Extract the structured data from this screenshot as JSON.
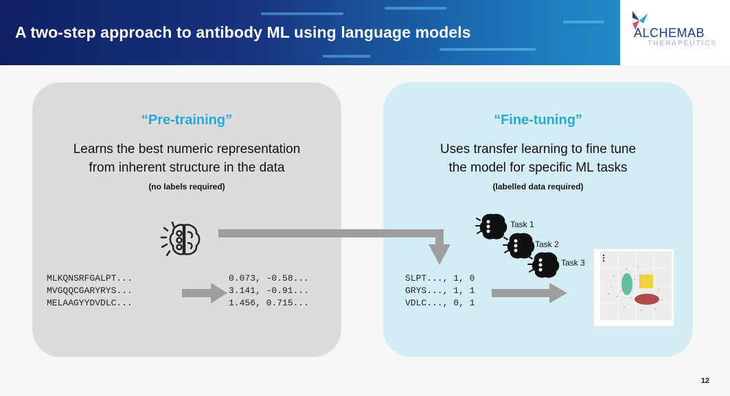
{
  "header": {
    "title": "A two-step approach to antibody ML using language models",
    "logo_name": "ALCHEMAB",
    "logo_sub": "THERAPEUTICS"
  },
  "pretraining": {
    "title": "“Pre-training”",
    "desc_line1": "Learns the best numeric representation",
    "desc_line2": "from inherent structure in the data",
    "note": "(no labels required)",
    "sequences": [
      "MLKQNSRFGALPT...",
      "MVGQQCGARYRYS...",
      "MELAAGYYDVDLC..."
    ],
    "embeddings": [
      "0.073, -0.58...",
      "3.141, -0.91...",
      "1.456, 0.715..."
    ],
    "brain_icon": "brain-icon"
  },
  "finetuning": {
    "title": "“Fine-tuning”",
    "desc_line1": "Uses transfer learning to fine tune",
    "desc_line2": "the model for specific ML tasks",
    "note": "(labelled data required)",
    "rows": [
      "SLPT..., 1, 0",
      "GRYS..., 1, 1",
      "VDLC..., 0, 1"
    ],
    "tasks": [
      "Task 1",
      "Task 2",
      "Task 3"
    ]
  },
  "footer": {
    "page_number": "12"
  },
  "colors": {
    "header_dark": "#101e64",
    "header_light": "#27a3d8",
    "accent": "#28a8d8",
    "pretrain_bg": "#dcdcde",
    "finetune_bg": "#d4ecf4",
    "arrow": "#9e9e9e"
  }
}
